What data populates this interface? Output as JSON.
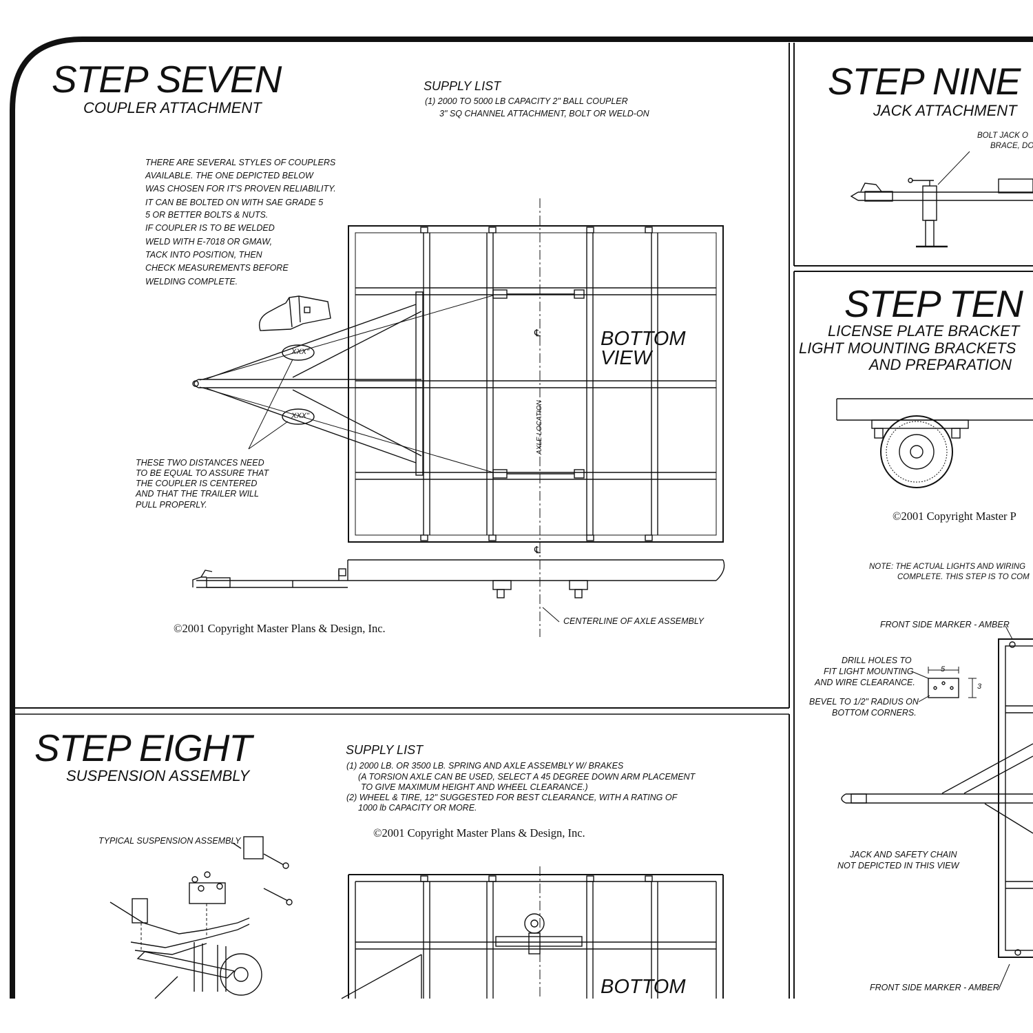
{
  "step_seven": {
    "title": "STEP SEVEN",
    "subtitle": "COUPLER ATTACHMENT",
    "supply_heading": "SUPPLY LIST",
    "supply_items": [
      "(1) 2000 TO 5000 LB CAPACITY 2\" BALL COUPLER",
      "3\" SQ CHANNEL  ATTACHMENT, BOLT OR WELD-ON"
    ],
    "note_lines": [
      "THERE ARE SEVERAL STYLES OF COUPLERS",
      "AVAILABLE. THE ONE DEPICTED BELOW",
      "WAS CHOSEN FOR IT'S PROVEN RELIABILITY.",
      "IT CAN BE BOLTED ON WITH SAE GRADE 5",
      "5 OR BETTER BOLTS & NUTS.",
      "IF COUPLER IS TO BE WELDED",
      "WELD WITH E-7018 OR GMAW,",
      "TACK INTO POSITION, THEN",
      "CHECK MEASUREMENTS BEFORE",
      "WELDING COMPLETE."
    ],
    "distance_label_1": "XXX\"",
    "distance_label_2": "XXX\"",
    "distance_note_lines": [
      "THESE TWO DISTANCES NEED",
      "TO BE EQUAL TO ASSURE THAT",
      "THE COUPLER IS CENTERED",
      "AND THAT THE TRAILER WILL",
      "PULL PROPERLY."
    ],
    "view_line1": "BOTTOM",
    "view_line2": "VIEW",
    "axle_location": "AXLE LOCATION",
    "centerline_mark": "℄",
    "centerline_label": "CENTERLINE OF AXLE ASSEMBLY",
    "copyright": "©2001 Copyright Master Plans & Design, Inc."
  },
  "step_eight": {
    "title": "STEP EIGHT",
    "subtitle": "SUSPENSION ASSEMBLY",
    "supply_heading": "SUPPLY LIST",
    "supply_items": [
      "(1) 2000 LB. OR 3500 LB. SPRING AND AXLE ASSEMBLY W/ BRAKES",
      "(A TORSION AXLE CAN BE USED, SELECT A 45 DEGREE DOWN ARM PLACEMENT",
      "TO GIVE MAXIMUM HEIGHT AND WHEEL CLEARANCE.)",
      "(2) WHEEL & TIRE, 12\" SUGGESTED FOR BEST CLEARANCE, WITH A RATING OF",
      "1000 lb CAPACITY OR MORE."
    ],
    "copyright": "©2001 Copyright Master Plans & Design, Inc.",
    "typical_label": "TYPICAL SUSPENSION ASSEMBLY",
    "view_line1": "BOTTOM"
  },
  "step_nine": {
    "title": "STEP NINE",
    "subtitle": "JACK ATTACHMENT",
    "callout_line1": "BOLT JACK O",
    "callout_line2": "BRACE, DO"
  },
  "step_ten": {
    "title": "STEP TEN",
    "subtitle_lines": [
      "LICENSE PLATE BRACKET",
      "LIGHT MOUNTING BRACKETS",
      "AND PREPARATION"
    ],
    "copyright": "©2001 Copyright Master P",
    "note_line1": "NOTE: THE ACTUAL LIGHTS AND WIRING",
    "note_line2": "COMPLETE. THIS STEP IS TO COM",
    "front_marker_top": "FRONT SIDE MARKER - AMBER",
    "drill_lines": [
      "DRILL HOLES TO",
      "FIT LIGHT MOUNTING",
      "AND WIRE CLEARANCE."
    ],
    "dim_width": "5",
    "dim_height": "3",
    "bevel_lines": [
      "BEVEL TO 1/2\" RADIUS ON",
      "BOTTOM CORNERS."
    ],
    "jack_note_lines": [
      "JACK AND SAFETY CHAIN",
      "NOT DEPICTED IN THIS VIEW"
    ],
    "front_marker_bottom": "FRONT SIDE MARKER - AMBER"
  }
}
